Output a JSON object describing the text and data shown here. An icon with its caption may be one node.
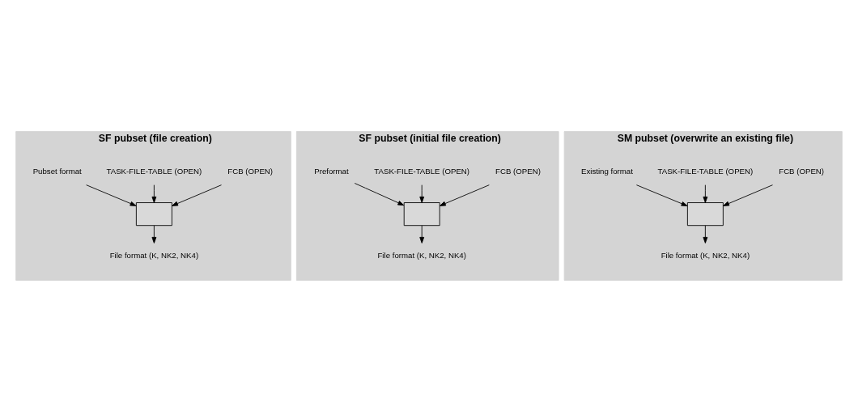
{
  "diagram": {
    "nodes": [
      {
        "text": [
          "SF pubset (file creation)"
        ]
      },
      {
        "text": [
          "Pubset format"
        ],
        "in": 0
      },
      {
        "text": [
          "TASK-FILE-TABLE (OPEN)"
        ],
        "in": 0
      },
      {
        "text": [
          "FCB (OPEN)"
        ],
        "in": 0
      },
      {
        "text": [],
        "shape": "box",
        "in": 0
      },
      {
        "text": [
          "File format (K, NK2, NK4)"
        ],
        "in": 0
      },
      {
        "text": [
          "SF pubset (initial file creation)"
        ]
      },
      {
        "text": [
          "Preformat"
        ],
        "in": 6
      },
      {
        "text": [
          "TASK-FILE-TABLE (OPEN)"
        ],
        "in": 6
      },
      {
        "text": [
          "FCB (OPEN)"
        ],
        "in": 6
      },
      {
        "text": [],
        "shape": "box",
        "in": 6
      },
      {
        "text": [
          "File format (K, NK2, NK4)"
        ],
        "in": 6
      },
      {
        "text": [
          "SM pubset (overwrite an existing file)"
        ]
      },
      {
        "text": [
          "Existing format"
        ],
        "in": 12
      },
      {
        "text": [
          "TASK-FILE-TABLE (OPEN)"
        ],
        "in": 12
      },
      {
        "text": [
          "FCB (OPEN)"
        ],
        "in": 12
      },
      {
        "text": [],
        "shape": "box",
        "in": 12
      },
      {
        "text": [
          "File format (K, NK2, NK4)"
        ],
        "in": 12
      }
    ],
    "edges": [
      {
        "from": 1,
        "to": 4,
        "arrow": "to"
      },
      {
        "from": 2,
        "to": 4,
        "arrow": "to"
      },
      {
        "from": 3,
        "to": 4,
        "arrow": "to"
      },
      {
        "from": 4,
        "to": 5,
        "arrow": "to"
      },
      {
        "from": 7,
        "to": 10,
        "arrow": "to"
      },
      {
        "from": 8,
        "to": 10,
        "arrow": "to"
      },
      {
        "from": 9,
        "to": 10,
        "arrow": "to"
      },
      {
        "from": 10,
        "to": 11,
        "arrow": "to"
      },
      {
        "from": 13,
        "to": 16,
        "arrow": "to"
      },
      {
        "from": 14,
        "to": 16,
        "arrow": "to"
      },
      {
        "from": 15,
        "to": 16,
        "arrow": "to"
      },
      {
        "from": 16,
        "to": 17,
        "arrow": "to"
      }
    ]
  }
}
